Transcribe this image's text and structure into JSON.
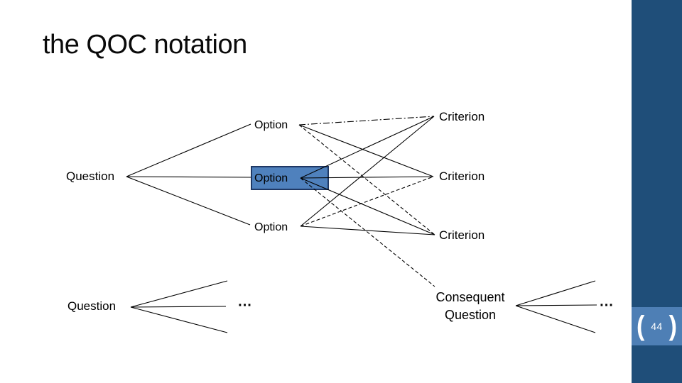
{
  "slide": {
    "title": "the QOC notation",
    "page_number": "44",
    "page_bracket_left": "(",
    "page_bracket_right": ")"
  },
  "diagram": {
    "nodes": {
      "question1": "Question",
      "option1": "Option",
      "option2": "Option",
      "option3": "Option",
      "criterion1": "Criterion",
      "criterion2": "Criterion",
      "criterion3": "Criterion",
      "question2": "Question",
      "ellipsis_left": "...",
      "consequent_question_line1": "Consequent",
      "consequent_question_line2": "Question",
      "ellipsis_right": "..."
    },
    "highlighted_node": "option2",
    "edges": [
      {
        "from": "q1",
        "to": "o1l",
        "style": "solid"
      },
      {
        "from": "q1",
        "to": "o2l",
        "style": "solid"
      },
      {
        "from": "q1",
        "to": "o3l",
        "style": "solid"
      },
      {
        "from": "o1r",
        "to": "c1",
        "style": "dashdot"
      },
      {
        "from": "o1r",
        "to": "c2",
        "style": "solid"
      },
      {
        "from": "o1r",
        "to": "c3",
        "style": "dashed"
      },
      {
        "from": "o2r",
        "to": "c1",
        "style": "solid"
      },
      {
        "from": "o2r",
        "to": "c2",
        "style": "solid"
      },
      {
        "from": "o2r",
        "to": "c3",
        "style": "solid"
      },
      {
        "from": "o3r",
        "to": "c1",
        "style": "solid"
      },
      {
        "from": "o3r",
        "to": "c2",
        "style": "dashed"
      },
      {
        "from": "o3r",
        "to": "c3",
        "style": "solid"
      },
      {
        "from": "o2r",
        "to": "cq_in",
        "style": "dashed"
      },
      {
        "from": "q2",
        "to": "q2a",
        "style": "solid"
      },
      {
        "from": "q2",
        "to": "q2b",
        "style": "solid"
      },
      {
        "from": "q2",
        "to": "q2c",
        "style": "solid"
      },
      {
        "from": "cq",
        "to": "cqa",
        "style": "solid"
      },
      {
        "from": "cq",
        "to": "cqb",
        "style": "solid"
      },
      {
        "from": "cq",
        "to": "cqc",
        "style": "solid"
      }
    ]
  },
  "colors": {
    "sidebar_dark": "#1f4e79",
    "sidebar_band": "#4e7fb5",
    "option_box_fill": "#4f81bd",
    "option_box_border": "#1f3864",
    "line": "#000000",
    "text": "#000000"
  }
}
